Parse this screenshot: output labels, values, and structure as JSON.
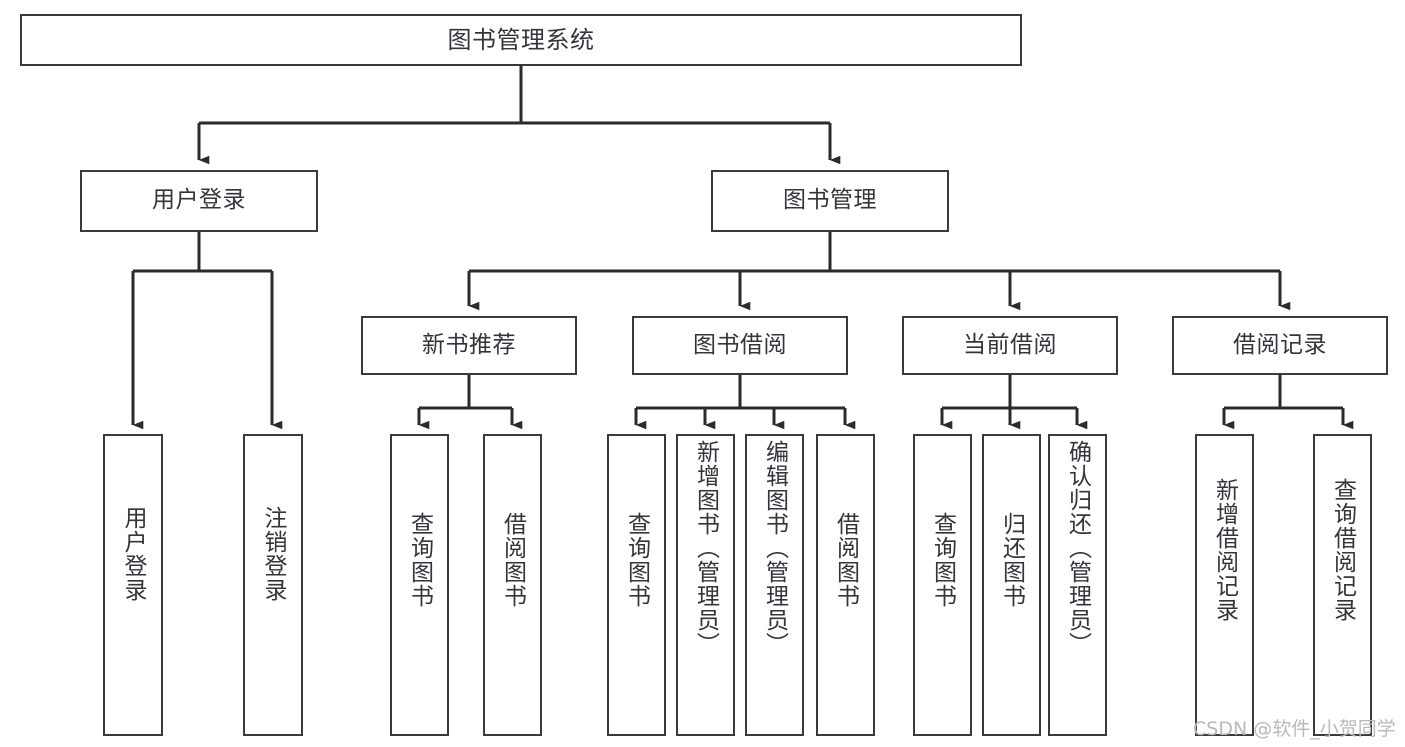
{
  "diagram": {
    "title": "图书管理系统",
    "type": "tree",
    "orientation": "top-down",
    "colors": {
      "box_border": "#3a3a3a",
      "box_fill": "#ffffff",
      "text": "#33353a",
      "connector": "#2b2b2b",
      "watermark": "#b9b9b9",
      "background": "#ffffff"
    }
  },
  "nodes": {
    "root": {
      "label": "图书管理系统"
    },
    "level1": [
      {
        "label": "用户登录"
      },
      {
        "label": "图书管理"
      }
    ],
    "level2": [
      {
        "label": "新书推荐"
      },
      {
        "label": "图书借阅"
      },
      {
        "label": "当前借阅"
      },
      {
        "label": "借阅记录"
      }
    ],
    "leaves_user_login": [
      {
        "label": "用户登录"
      },
      {
        "label": "注销登录"
      }
    ],
    "leaves_new_book": [
      {
        "label": "查询图书"
      },
      {
        "label": "借阅图书"
      }
    ],
    "leaves_borrow": [
      {
        "label": "查询图书"
      },
      {
        "label": "新增图书（管理员）"
      },
      {
        "label": "编辑图书（管理员）"
      },
      {
        "label": "借阅图书"
      }
    ],
    "leaves_current": [
      {
        "label": "查询图书"
      },
      {
        "label": "归还图书"
      },
      {
        "label": "确认归还（管理员）"
      }
    ],
    "leaves_records": [
      {
        "label": "新增借阅记录"
      },
      {
        "label": "查询借阅记录"
      }
    ]
  },
  "watermark": {
    "text": "CSDN @软件_小贺同学"
  }
}
